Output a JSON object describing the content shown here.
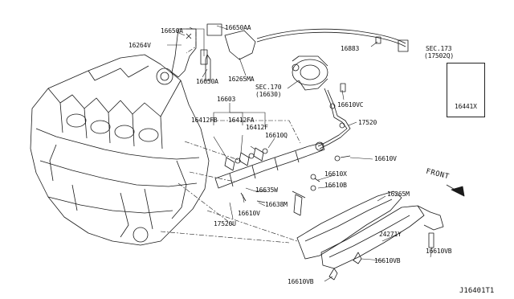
{
  "diagram": {
    "labels": {
      "p16650A_top": "16650A",
      "p16650AA": "16650AA",
      "p16264V": "16264V",
      "p16650A_mid": "16650A",
      "p16265MA": "16265MA",
      "p16883": "16883",
      "sec173": "SEC.173",
      "sec173_sub": "(17502Q)",
      "sec170": "SEC.170",
      "sec170_sub": "(16630)",
      "p16610VC": "16610VC",
      "p16603": "16603",
      "p16412FB": "16412FB",
      "p16412FA": "16412FA",
      "p16412F": "16412F",
      "p16610Q": "16610Q",
      "p17520": "17520",
      "p16610V_right": "16610V",
      "p16610X": "16610X",
      "p16610B": "16610B",
      "p16635W": "16635W",
      "p16638M": "16638M",
      "p16610V_low": "16610V",
      "p17520U": "17520U",
      "p16265M": "16265M",
      "p24271Y": "24271Y",
      "p16610VB_r": "16610VB",
      "p16610VB_m": "16610VB",
      "p16610VB_l": "16610VB",
      "p16441X": "16441X"
    },
    "front_label": "FRONT",
    "reference_code": "J16401T1"
  }
}
